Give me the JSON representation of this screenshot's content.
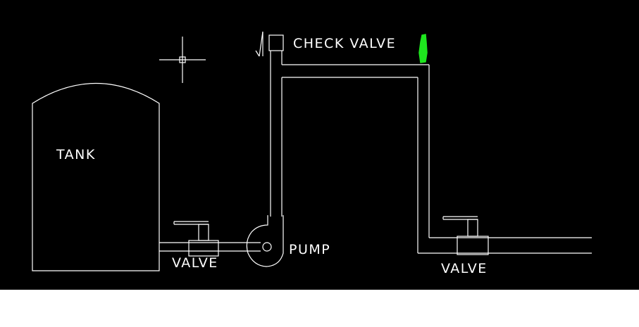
{
  "canvas": {
    "background": "#000000",
    "margin_color": "#ffffff",
    "line_color": "#ffffff",
    "highlight_color": "#1ee61e"
  },
  "labels": {
    "tank": "TANK",
    "check_valve": "CHECK VALVE",
    "pump": "PUMP",
    "valve_left": "VALVE",
    "valve_right": "VALVE"
  },
  "icons": {
    "cursor": "crosshair-cursor-icon",
    "flow_direction": "down-arrow-icon",
    "highlight": "green-highlight-mark"
  }
}
